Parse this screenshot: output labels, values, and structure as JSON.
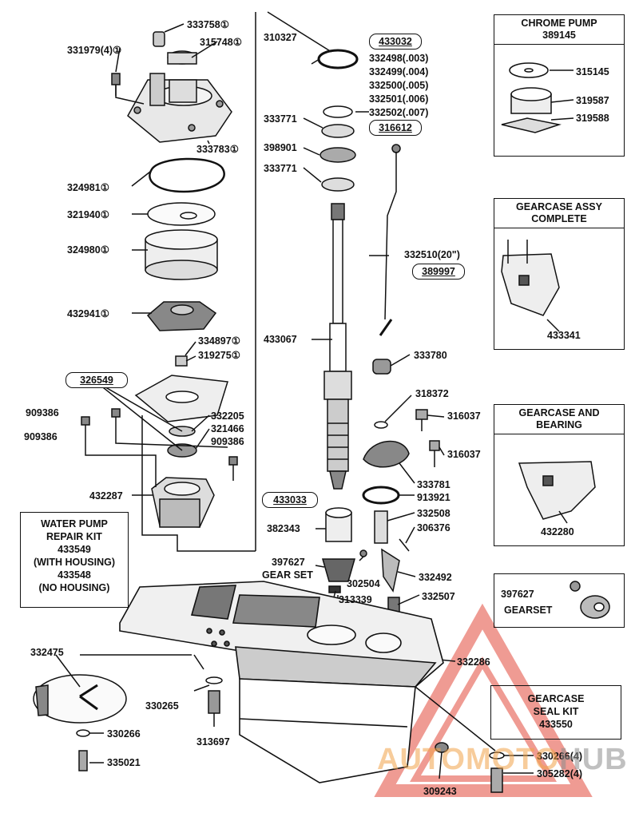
{
  "parts": {
    "p333758": "333758①",
    "p315748": "315748①",
    "p331979": "331979(4)①",
    "p333783": "333783①",
    "p324981": "324981①",
    "p321940": "321940①",
    "p324980": "324980①",
    "p432941": "432941①",
    "p334897": "334897①",
    "p319275": "319275①",
    "p909386a": "909386",
    "p909386b": "909386",
    "p909386c": "909386",
    "p332205": "332205",
    "p321466": "321466",
    "p432287": "432287",
    "p310327": "310327",
    "p332498": "332498(.003)",
    "p332499": "332499(.004)",
    "p332500": "332500(.005)",
    "p332501": "332501(.006)",
    "p332502": "332502(.007)",
    "p333771a": "333771",
    "p398901": "398901",
    "p333771b": "333771",
    "p332510": "332510(20\")",
    "p433067": "433067",
    "p333780": "333780",
    "p318372": "318372",
    "p316037a": "316037",
    "p316037b": "316037",
    "p333781": "333781",
    "p913921": "913921",
    "p382343": "382343",
    "p332508": "332508",
    "p306376": "306376",
    "p397627": "397627",
    "p302504": "302504",
    "p332492": "332492",
    "p313339": "313339",
    "p332507": "332507",
    "p332286": "332286",
    "p332475": "332475",
    "p330265": "330265",
    "p313697": "313697",
    "p330266": "330266",
    "p335021": "335021",
    "p330266x4": "330266(4)",
    "p305282": "305282(4)",
    "p309243": "309243"
  },
  "wrenches": {
    "w433032": "433032",
    "w316612": "316612",
    "w389997": "389997",
    "w326549": "326549",
    "w433033": "433033"
  },
  "gear_set_label": "GEAR SET",
  "water_pump_kit": {
    "title1": "WATER PUMP",
    "title2": "REPAIR KIT",
    "num1": "433549",
    "note1": "(WITH HOUSING)",
    "num2": "433548",
    "note2": "(NO HOUSING)"
  },
  "chrome_pump": {
    "title": "CHROME PUMP",
    "number": "389145",
    "items": [
      "315145",
      "319587",
      "319588"
    ]
  },
  "gearcase_assy": {
    "title1": "GEARCASE ASSY",
    "title2": "COMPLETE",
    "number": "433341"
  },
  "gearcase_bearing": {
    "title1": "GEARCASE AND",
    "title2": "BEARING",
    "number": "432280"
  },
  "gearset_box": {
    "number": "397627",
    "label": "GEARSET"
  },
  "seal_kit": {
    "title1": "GEARCASE",
    "title2": "SEAL KIT",
    "number": "433550"
  },
  "watermark": {
    "part1": "AUTOMOTO",
    "part2": "HUB",
    "color1": "#f2a34a",
    "color2": "#8d8d8d",
    "triangle_color": "#e24a3c"
  }
}
